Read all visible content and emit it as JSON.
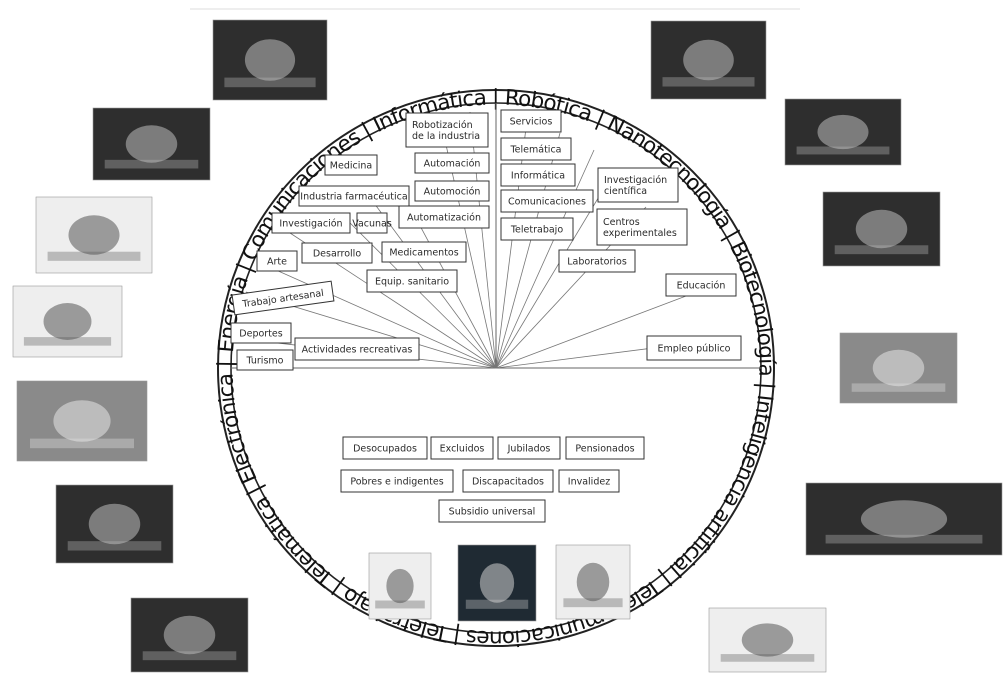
{
  "ring_text": "Energía | Comunicaciones | Informática | Robótica | Nanotecnología | Biotecnología | Inteligencia artificial | Telecomunicaciones | Teletrabajo | Telemática | Electrónica |",
  "upper_left_boxes": [
    {
      "id": "robotizacion",
      "lines": [
        "Robotización",
        "de la industria"
      ]
    },
    {
      "id": "medicina",
      "lines": [
        "Medicina"
      ]
    },
    {
      "id": "automacion",
      "lines": [
        "Automación"
      ]
    },
    {
      "id": "automocion",
      "lines": [
        "Automoción"
      ]
    },
    {
      "id": "industria-farmaceutica",
      "lines": [
        "Industria farmacéutica"
      ]
    },
    {
      "id": "investigacion",
      "lines": [
        "Investigación"
      ]
    },
    {
      "id": "vacunas",
      "lines": [
        "Vacunas"
      ]
    },
    {
      "id": "automatizacion",
      "lines": [
        "Automatización"
      ]
    },
    {
      "id": "desarrollo",
      "lines": [
        "Desarrollo"
      ]
    },
    {
      "id": "medicamentos",
      "lines": [
        "Medicamentos"
      ]
    },
    {
      "id": "arte",
      "lines": [
        "Arte"
      ]
    },
    {
      "id": "equip-sanitario",
      "lines": [
        "Equip. sanitario"
      ]
    },
    {
      "id": "trabajo-artesanal",
      "lines": [
        "Trabajo artesanal"
      ]
    },
    {
      "id": "deportes",
      "lines": [
        "Deportes"
      ]
    },
    {
      "id": "actividades-recreativas",
      "lines": [
        "Actividades recreativas"
      ]
    },
    {
      "id": "turismo",
      "lines": [
        "Turismo"
      ]
    }
  ],
  "upper_right_boxes": [
    {
      "id": "servicios",
      "lines": [
        "Servicios"
      ]
    },
    {
      "id": "telematica",
      "lines": [
        "Telemática"
      ]
    },
    {
      "id": "informatica",
      "lines": [
        "Informática"
      ]
    },
    {
      "id": "investigacion-cientifica",
      "lines": [
        "Investigación",
        "científica"
      ]
    },
    {
      "id": "comunicaciones",
      "lines": [
        "Comunicaciones"
      ]
    },
    {
      "id": "teletrabajo",
      "lines": [
        "Teletrabajo"
      ]
    },
    {
      "id": "centros-experimentales",
      "lines": [
        "Centros",
        "experimentales"
      ]
    },
    {
      "id": "laboratorios",
      "lines": [
        "Laboratorios"
      ]
    },
    {
      "id": "educacion",
      "lines": [
        "Educación"
      ]
    },
    {
      "id": "empleo-publico",
      "lines": [
        "Empleo público"
      ]
    }
  ],
  "lower_boxes": [
    {
      "id": "desocupados",
      "lines": [
        "Desocupados"
      ]
    },
    {
      "id": "excluidos",
      "lines": [
        "Excluidos"
      ]
    },
    {
      "id": "jubilados",
      "lines": [
        "Jubilados"
      ]
    },
    {
      "id": "pensionados",
      "lines": [
        "Pensionados"
      ]
    },
    {
      "id": "pobres-indigentes",
      "lines": [
        "Pobres e indigentes"
      ]
    },
    {
      "id": "discapacitados",
      "lines": [
        "Discapacitados"
      ]
    },
    {
      "id": "invalidez",
      "lines": [
        "Invalidez"
      ]
    },
    {
      "id": "subsidio-universal",
      "lines": [
        "Subsidio universal"
      ]
    }
  ],
  "photos": [
    "electronics-circuit-photo",
    "telematics-network-photo",
    "teletrabajo-desk-photo",
    "online-video-platform-photo",
    "paris-eiffel-tower-photo",
    "telecommunications-network-photo",
    "ai-robot-thinking-photo",
    "wind-turbines-solar-photo",
    "communications-globe-photo",
    "computing-chip-photo",
    "robot-humanoid-photo",
    "nanotechnology-photo",
    "biotechnology-lab-photo",
    "elderly-couple-photo",
    "unemployed-people-photo",
    "poverty-trash-bin-photo"
  ]
}
